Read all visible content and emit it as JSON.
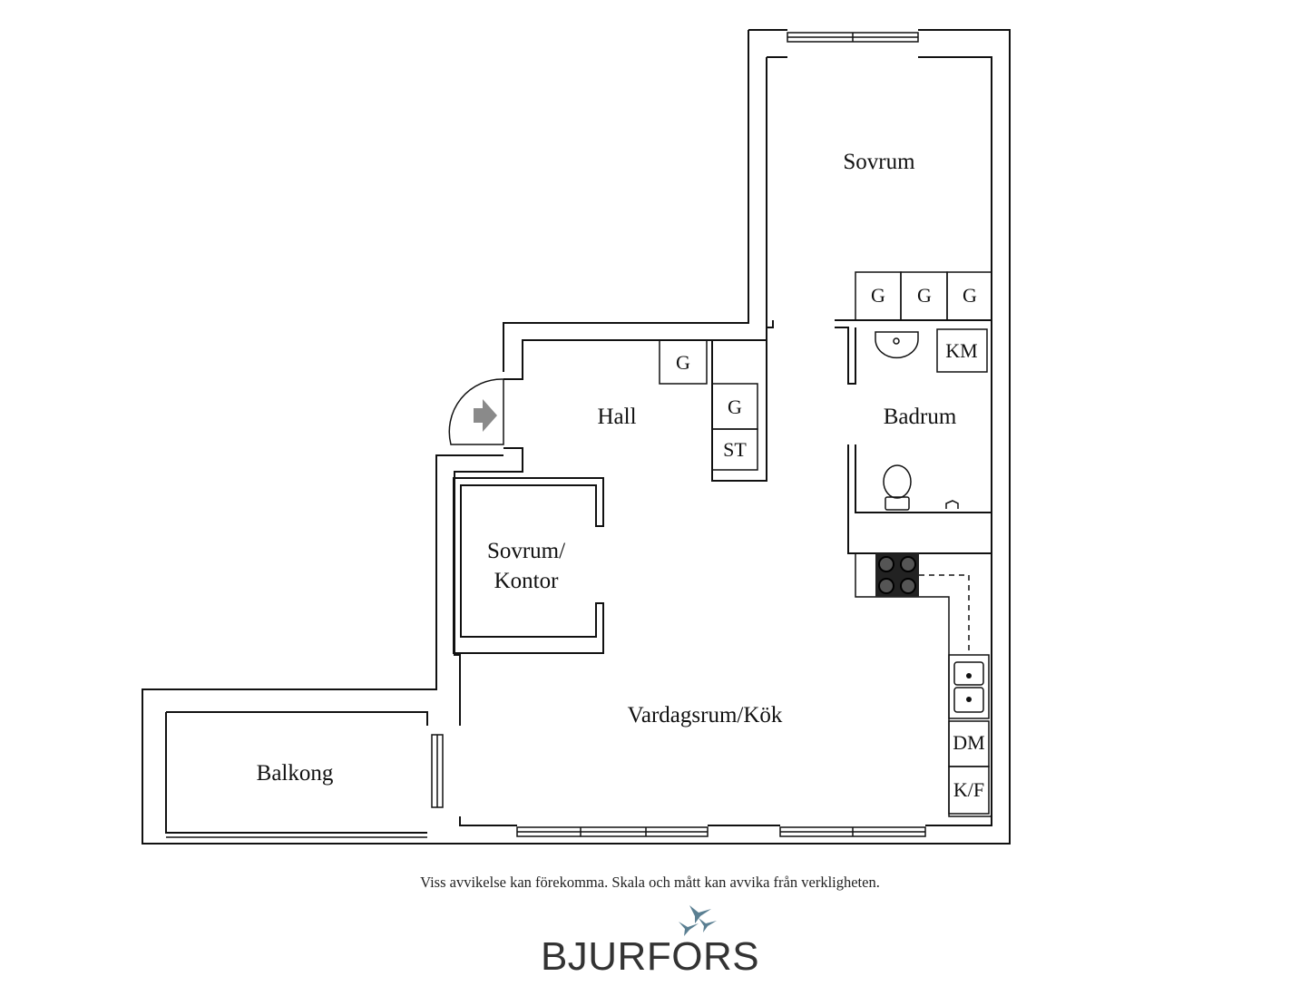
{
  "rooms": {
    "sovrum": "Sovrum",
    "hall": "Hall",
    "badrum": "Badrum",
    "sovrum_kontor_line1": "Sovrum/",
    "sovrum_kontor_line2": "Kontor",
    "vardagsrum_kok": "Vardagsrum/Kök",
    "balkong": "Balkong"
  },
  "fixtures": {
    "wardrobe": "G",
    "storage": "ST",
    "washer": "KM",
    "dishwasher": "DM",
    "fridge_freezer": "K/F"
  },
  "disclaimer": "Viss avvikelse kan förekomma. Skala och mått kan avvika från verkligheten.",
  "logo": {
    "text": "BJURFORS",
    "bird_color": "#5a7f92"
  }
}
